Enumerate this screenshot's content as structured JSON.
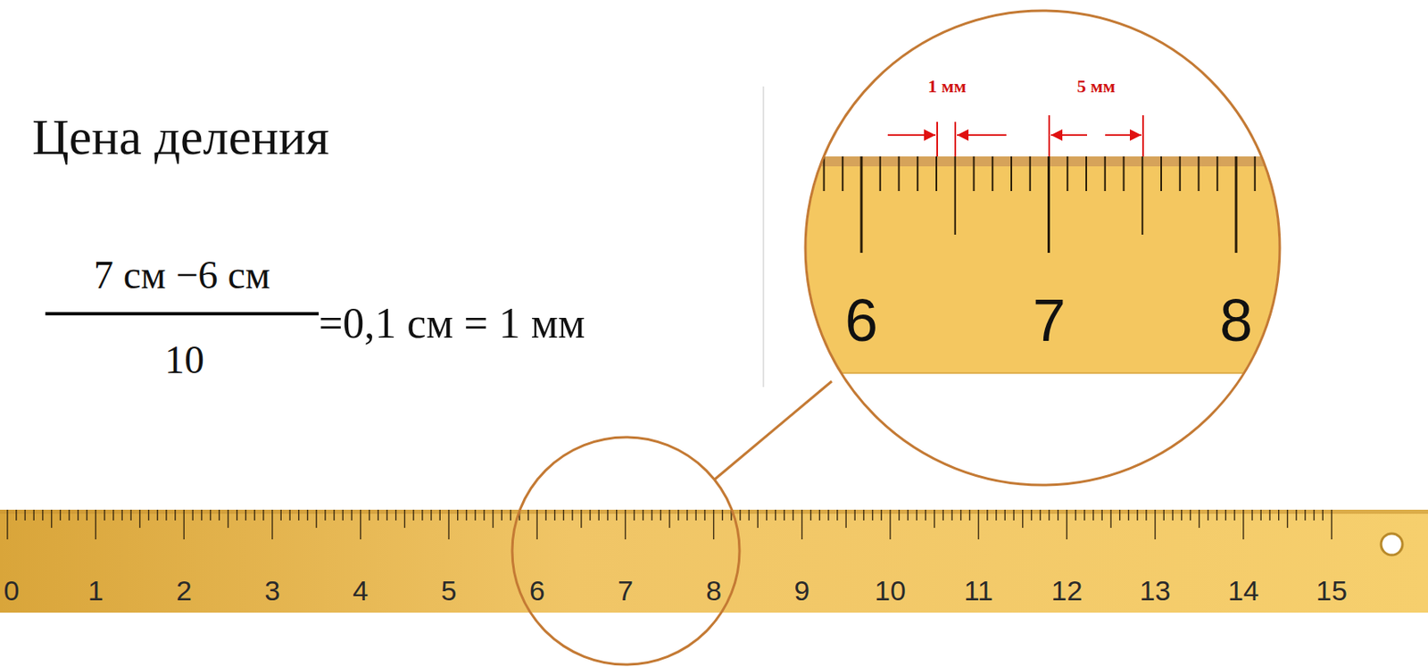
{
  "diagram": {
    "title": "Цена деления",
    "labels": [
      "7 см −6 см",
      "10",
      "=0,1 см = 1 мм",
      "1 мм",
      "5 мм",
      "6",
      "7",
      "8",
      "0",
      "1",
      "2",
      "3",
      "4",
      "5",
      "6",
      "7",
      "8",
      "9",
      "10",
      "11",
      "12",
      "13",
      "14",
      "15"
    ]
  }
}
